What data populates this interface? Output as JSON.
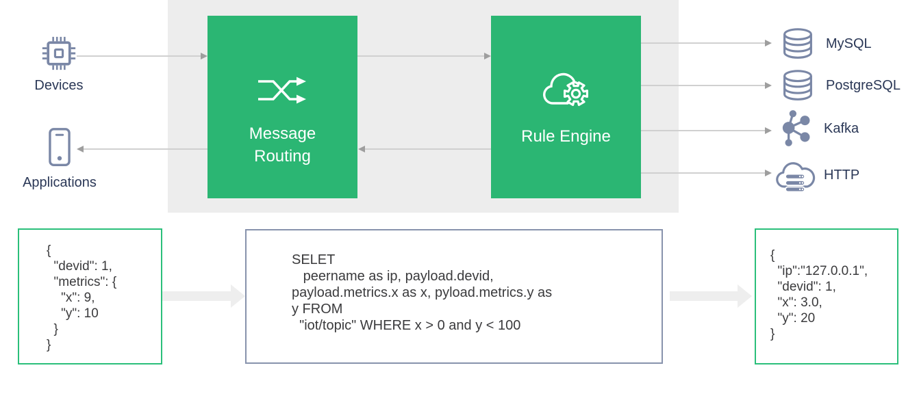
{
  "nodes": {
    "devices": {
      "label": "Devices",
      "icon": "chip-icon"
    },
    "applications": {
      "label": "Applications",
      "icon": "smartphone-icon"
    }
  },
  "pipeline": {
    "message_routing": {
      "label": "Message\nRouting",
      "icon": "shuffle-icon"
    },
    "rule_engine": {
      "label": "Rule Engine",
      "icon": "cloud-gear-icon"
    }
  },
  "sinks": [
    {
      "label": "MySQL",
      "icon": "database-icon"
    },
    {
      "label": "PostgreSQL",
      "icon": "database-icon"
    },
    {
      "label": "Kafka",
      "icon": "kafka-network-icon"
    },
    {
      "label": "HTTP",
      "icon": "cloud-server-icon"
    }
  ],
  "code_panels": {
    "device_payload": "{\n  \"devid\": 1,\n  \"metrics\": {\n    \"x\": 9,\n    \"y\": 10\n  }\n}",
    "rule_sql": "SELET\n   peername as ip, payload.devid,\npayload.metrics.x as x, pyload.metrics.y as\ny FROM\n  \"iot/topic\" WHERE x > 0 and y < 100",
    "output_payload": "{\n  \"ip\":\"127.0.0.1\",\n  \"devid\": 1,\n  \"x\": 3.0,\n  \"y\": 20\n}"
  },
  "colors": {
    "brand_green": "#2BB673",
    "panel_gray": "#EDEDED",
    "icon_slate": "#7A87A6",
    "label_navy": "#2A3756",
    "code_text": "#3A3A3C",
    "arrow_line": "#D0D0D0",
    "arrow_head": "#9E9E9E",
    "block_arrow": "#EEEEEE"
  }
}
